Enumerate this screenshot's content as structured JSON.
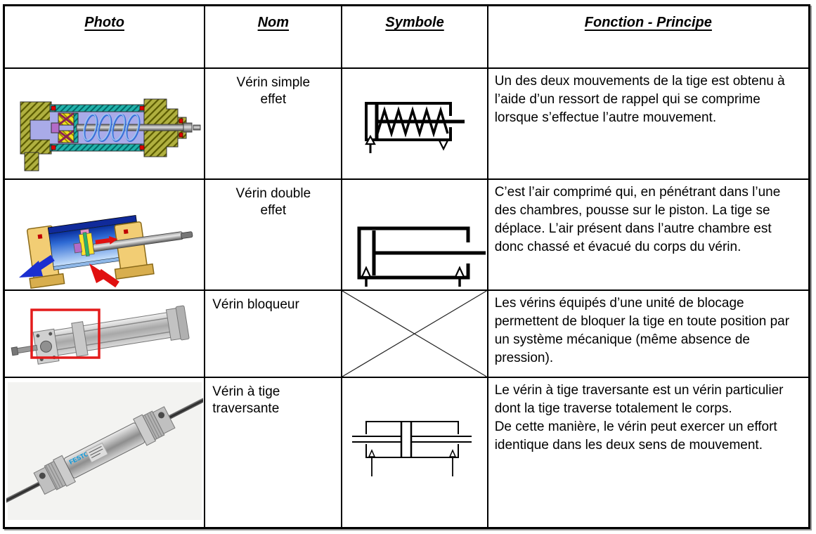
{
  "table": {
    "headers": [
      {
        "id": "photo",
        "label": "Photo"
      },
      {
        "id": "nom",
        "label": "Nom"
      },
      {
        "id": "symbole",
        "label": "Symbole"
      },
      {
        "id": "fonction",
        "label": "Fonction - Principe"
      }
    ],
    "rows": [
      {
        "name": "Vérin simple\neffet",
        "photo_icon": "single-acting-cylinder-cutaway",
        "symbol_icon": "single-acting-spring-return-symbol",
        "function_text": "Un des deux mouvements de la tige est obtenu à l’aide d’un ressort de rappel qui se comprime lorsque s’effectue l’autre mouvement."
      },
      {
        "name": "Vérin double\neffet",
        "photo_icon": "double-acting-cylinder-cutaway",
        "symbol_icon": "double-acting-symbol",
        "function_text": "C’est l’air comprimé qui, en pénétrant dans l’une des chambres, pousse sur le piston. La tige se déplace. L’air présent dans l’autre chambre est donc chassé et évacué du corps du vérin."
      },
      {
        "name": "Vérin bloqueur",
        "photo_icon": "locking-cylinder-photo-red-highlight",
        "symbol_icon": "crossed-out-placeholder",
        "function_text": "Les vérins équipés d’une unité de blocage permettent de bloquer la tige en toute position par un système mécanique (même absence de pression)."
      },
      {
        "name": "Vérin à tige\ntraversante",
        "photo_icon": "through-rod-cylinder-photo",
        "symbol_icon": "through-rod-symbol",
        "function_text": "Le vérin à tige traversante est un vérin particulier dont la tige traverse totalement le corps.\nDe cette manière, le vérin peut exercer un effort identique dans les deux sens de mouvement."
      }
    ]
  },
  "photo4_label": "FESTO",
  "colors": {
    "border": "#000000",
    "text": "#000000",
    "photo1_end_caps_olive": "#b0b040",
    "photo1_tube_teal": "#20b2aa",
    "photo1_chamber_lavender": "#a9abe8",
    "photo1_spring_blue": "#4a86e0",
    "photo1_seal_red": "#e00000",
    "photo1_piston_yellow": "#f0e020",
    "photo2_tube_blue": "#2e6ad4",
    "photo2_mount_gold": "#f2cd74",
    "photo2_arrow_blue": "#1b2fd0",
    "photo2_arrow_red": "#e01010",
    "photo3_highlight_red": "#e31b1b",
    "photo4_festo_blue": "#0096dc",
    "metal_gray": "#b8b8b8"
  }
}
